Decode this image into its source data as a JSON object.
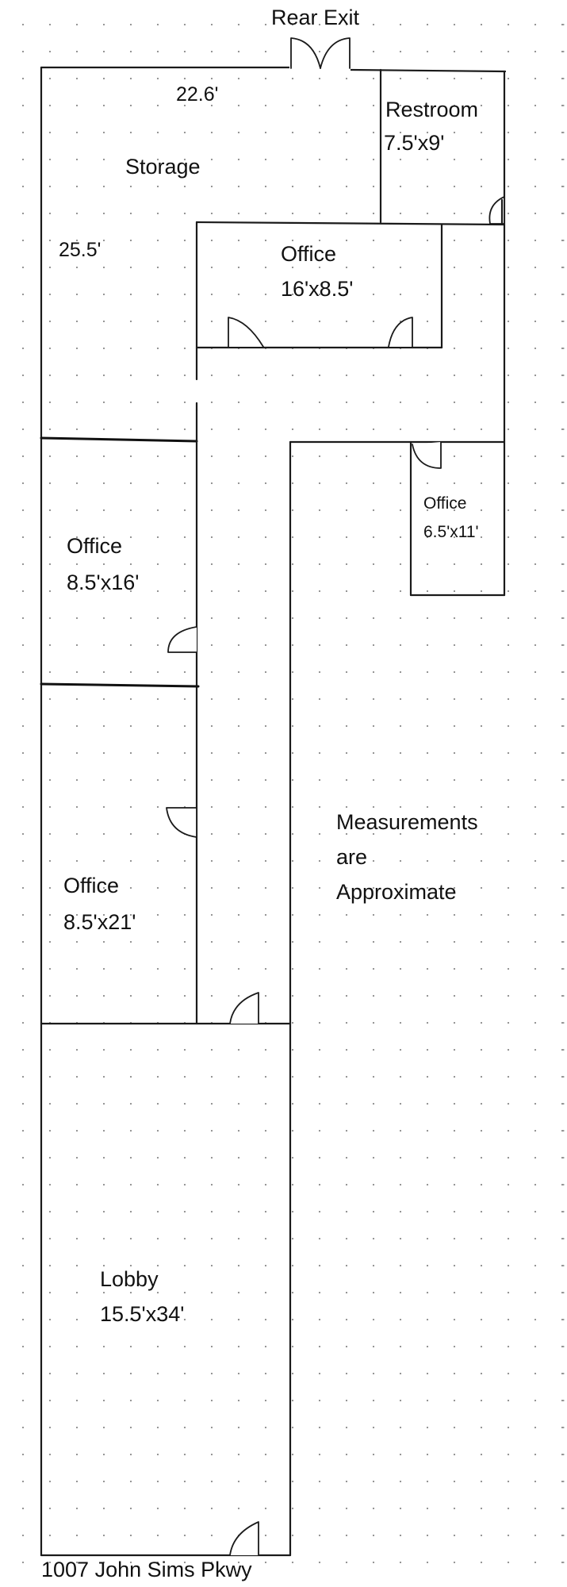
{
  "labels": {
    "rear_exit": "Rear Exit",
    "storage_width": "22.6'",
    "storage_name": "Storage",
    "storage_depth": "25.5'",
    "restroom_name": "Restroom",
    "restroom_size": "7.5'x9'",
    "office_top_name": "Office",
    "office_top_size": "16'x8.5'",
    "office_right_name": "Office",
    "office_right_size": "6.5'x11'",
    "office_left_upper_name": "Office",
    "office_left_upper_size": "8.5'x16'",
    "office_left_lower_name": "Office",
    "office_left_lower_size": "8.5'x21'",
    "note_line1": "Measurements",
    "note_line2": "are",
    "note_line3": "Approximate",
    "lobby_name": "Lobby",
    "lobby_size": "15.5'x34'",
    "address": "1007 John Sims Pkwy"
  },
  "colors": {
    "wall": "#1a1a1a",
    "grid_dot": "#8a8a8a",
    "background": "#ffffff"
  }
}
